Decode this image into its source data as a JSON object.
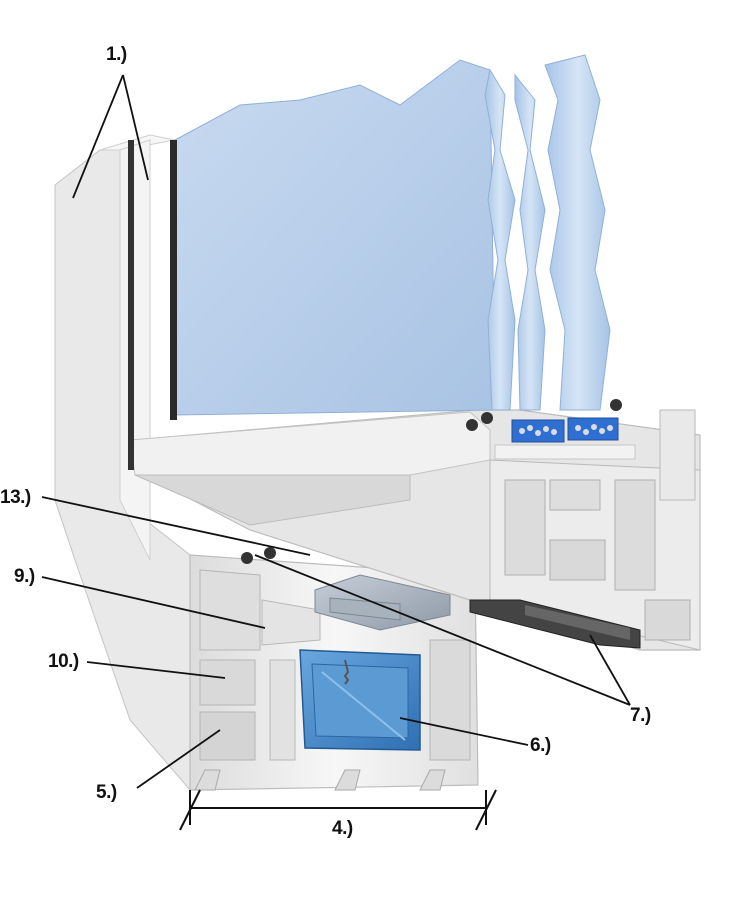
{
  "labels": {
    "l1": "1.)",
    "l4": "4.)",
    "l5": "5.)",
    "l6": "6.)",
    "l7": "7.)",
    "l9": "9.)",
    "l10": "10.)",
    "l13": "13.)"
  },
  "colors": {
    "glass": "#b9cfe9",
    "glass_edge": "#9fbde0",
    "frame": "#eeeeee",
    "frame_shadow": "#c9c9c9",
    "steel_reinforcement": "#3f86c9",
    "spacer": "#2f6fd1",
    "gasket": "#333333"
  }
}
